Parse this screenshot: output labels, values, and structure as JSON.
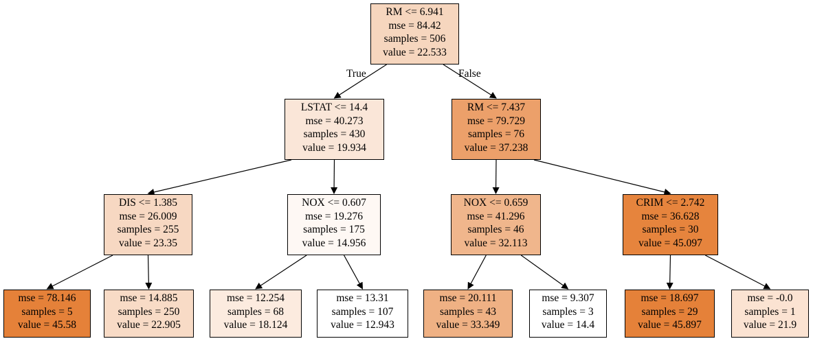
{
  "tree": {
    "edge_labels": {
      "true_label": "True",
      "false_label": "False"
    },
    "nodes": [
      {
        "id": "n0",
        "fill": "#f6d6be",
        "lines": [
          "RM <= 6.941",
          "mse = 84.42",
          "samples = 506",
          "value = 22.533"
        ]
      },
      {
        "id": "n1",
        "fill": "#fae6d8",
        "lines": [
          "LSTAT <= 14.4",
          "mse = 40.273",
          "samples = 430",
          "value = 19.934"
        ]
      },
      {
        "id": "n2",
        "fill": "#eca06a",
        "lines": [
          "RM <= 7.437",
          "mse = 79.729",
          "samples = 76",
          "value = 37.238"
        ]
      },
      {
        "id": "n3",
        "fill": "#f7d8c2",
        "lines": [
          "DIS <= 1.385",
          "mse = 26.009",
          "samples = 255",
          "value = 23.35"
        ]
      },
      {
        "id": "n4",
        "fill": "#fef8f4",
        "lines": [
          "NOX <= 0.607",
          "mse = 19.276",
          "samples = 175",
          "value = 14.956"
        ]
      },
      {
        "id": "n5",
        "fill": "#f0b68c",
        "lines": [
          "NOX <= 0.659",
          "mse = 41.296",
          "samples = 46",
          "value = 32.113"
        ]
      },
      {
        "id": "n6",
        "fill": "#e6843d",
        "lines": [
          "CRIM <= 2.742",
          "mse = 36.628",
          "samples = 30",
          "value = 45.097"
        ]
      },
      {
        "id": "n7",
        "fill": "#e58139",
        "lines": [
          "mse = 78.146",
          "samples = 5",
          "value = 45.58"
        ]
      },
      {
        "id": "n8",
        "fill": "#f8dbc6",
        "lines": [
          "mse = 14.885",
          "samples = 250",
          "value = 22.905"
        ]
      },
      {
        "id": "n9",
        "fill": "#fcebdf",
        "lines": [
          "mse = 12.254",
          "samples = 68",
          "value = 18.124"
        ]
      },
      {
        "id": "n10",
        "fill": "#ffffff",
        "lines": [
          "mse = 13.31",
          "samples = 107",
          "value = 12.943"
        ]
      },
      {
        "id": "n11",
        "fill": "#efb184",
        "lines": [
          "mse = 20.111",
          "samples = 43",
          "value = 33.349"
        ]
      },
      {
        "id": "n12",
        "fill": "#ffffff",
        "lines": [
          "mse = 9.307",
          "samples = 3",
          "value = 14.4"
        ]
      },
      {
        "id": "n13",
        "fill": "#e58139",
        "lines": [
          "mse = 18.697",
          "samples = 29",
          "value = 45.897"
        ]
      },
      {
        "id": "n14",
        "fill": "#fbe3d2",
        "lines": [
          "mse = -0.0",
          "samples = 1",
          "value = 21.9"
        ]
      }
    ],
    "edges": [
      [
        "n0",
        "n1"
      ],
      [
        "n0",
        "n2"
      ],
      [
        "n1",
        "n3"
      ],
      [
        "n1",
        "n4"
      ],
      [
        "n2",
        "n5"
      ],
      [
        "n2",
        "n6"
      ],
      [
        "n3",
        "n7"
      ],
      [
        "n3",
        "n8"
      ],
      [
        "n4",
        "n9"
      ],
      [
        "n4",
        "n10"
      ],
      [
        "n5",
        "n11"
      ],
      [
        "n5",
        "n12"
      ],
      [
        "n6",
        "n13"
      ],
      [
        "n6",
        "n14"
      ]
    ]
  }
}
